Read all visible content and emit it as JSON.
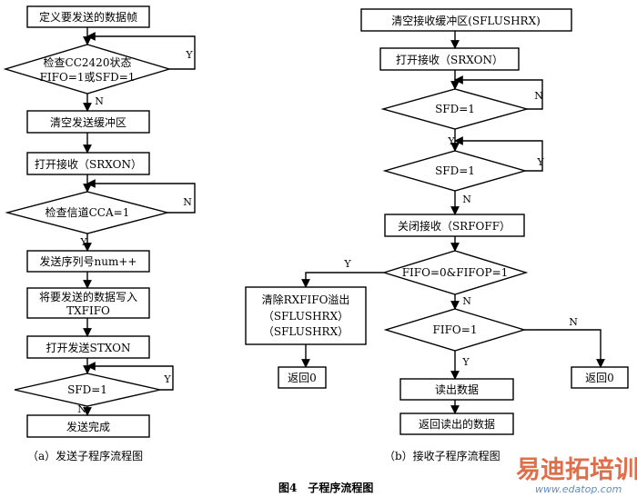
{
  "diagram": {
    "left": {
      "caption": "（a）发送子程序流程图",
      "nodes": {
        "define_frame": "定义要发送的数据帧",
        "check_status_l1": "检查CC2420状态",
        "check_status_l2": "FIFO=1或SFD=1",
        "flush_tx": "清空发送缓冲区",
        "srxon": "打开接收（SRXON）",
        "check_cca": "检查信道CCA=1",
        "seq_num": "发送序列号num++",
        "write_l1": "将要发送的数据写入",
        "write_l2": "TXFIFO",
        "stxon": "打开发送STXON",
        "sfd1": "SFD=1",
        "done": "发送完成"
      },
      "edge_labels": {
        "y1": "Y",
        "n1": "N",
        "n2": "N",
        "y2": "Y",
        "y3": "Y",
        "n3": "N"
      }
    },
    "right": {
      "caption": "（b）接收子程序流程图",
      "nodes": {
        "flush_rx": "清空接收缓冲区(SFLUSHRX)",
        "srxon": "打开接收（SRXON）",
        "sfd_a": "SFD=1",
        "sfd_b": "SFD=1",
        "srfoff": "关闭接收（SRFOFF）",
        "fifo_check": "FIFO=0&FIFOP=1",
        "clear_l1": "清除RXFIFO溢出",
        "clear_l2": "（SFLUSHRX）",
        "clear_l3": "（SFLUSHRX）",
        "fifo1": "FIFO=1",
        "ret0_left": "返回0",
        "read": "读出数据",
        "ret0_right": "返回0",
        "return_data": "返回读出的数据"
      },
      "edge_labels": {
        "n1": "N",
        "y1": "Y",
        "y2": "Y",
        "n2": "N",
        "y3": "Y",
        "n3": "N",
        "n4": "N",
        "y4": "Y"
      }
    },
    "figure_title": "图4　子程序流程图",
    "watermark": {
      "brand": "易迪拓培训",
      "url": "www.edatop.com"
    }
  }
}
